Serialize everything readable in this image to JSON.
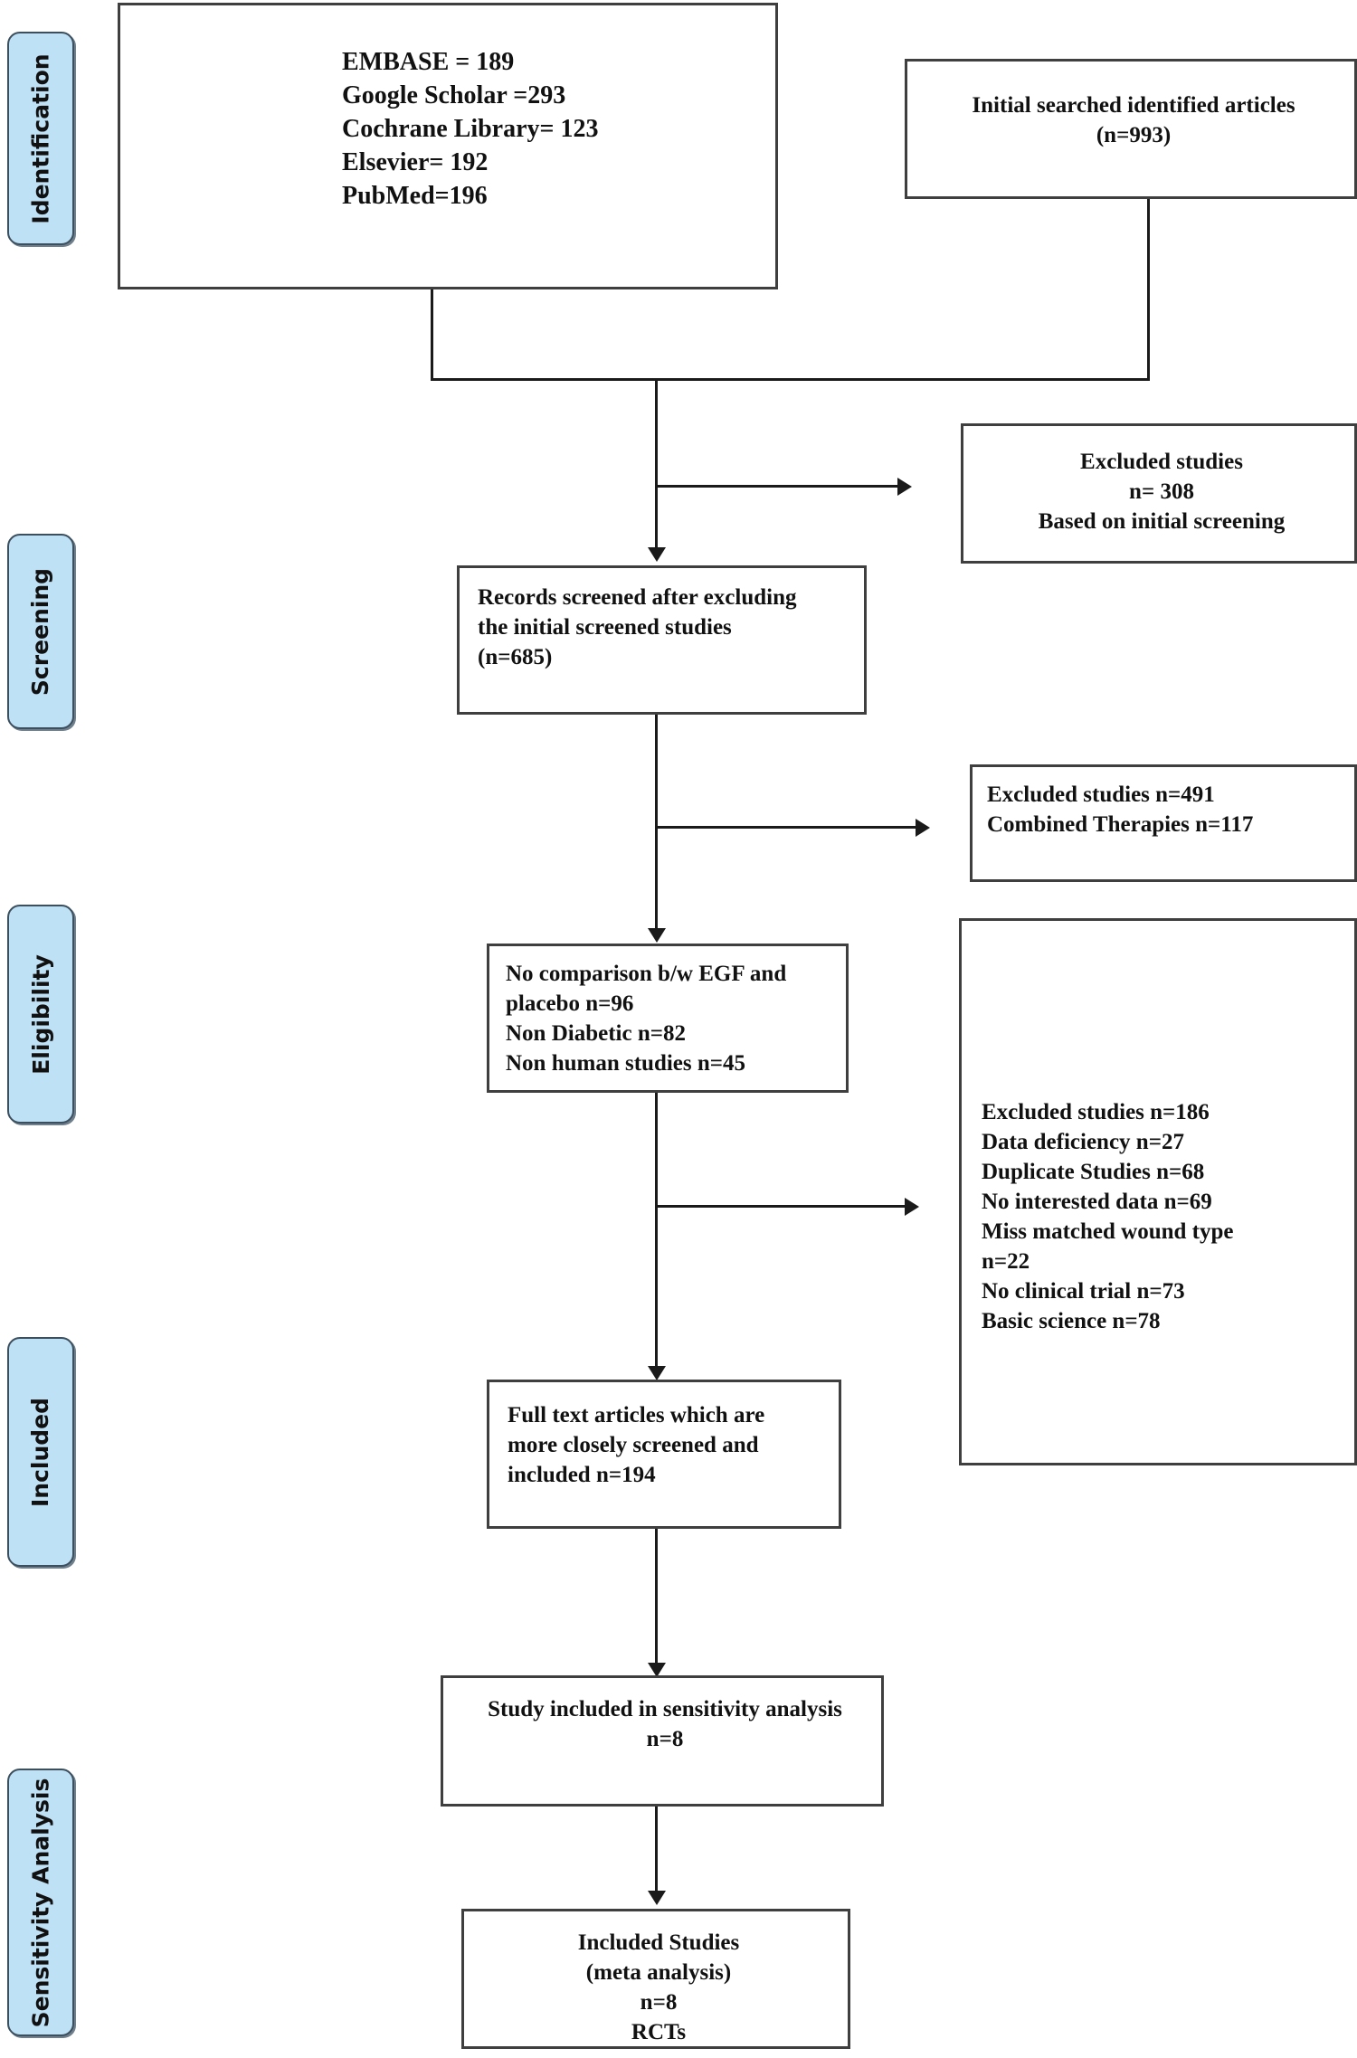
{
  "diagram": {
    "title": "PRISMA study selection flow diagram",
    "accent_color": "#bfe1f6",
    "box_border_color": "#3f3f3f",
    "connector_color": "#1a1a1a"
  },
  "stages": [
    {
      "id": "identification",
      "label": "Identification"
    },
    {
      "id": "screening",
      "label": "Screening"
    },
    {
      "id": "eligibility",
      "label": "Eligibility"
    },
    {
      "id": "included",
      "label": "Included"
    },
    {
      "id": "sensitivity-analysis",
      "label": "Sensitivity Analysis"
    }
  ],
  "boxes": {
    "databases": {
      "name": "database-sources-box",
      "text": "EMBASE = 189\nGoogle Scholar =293\nCochrane Library= 123\nElsevier= 192\nPubMed=196",
      "lines": [
        "EMBASE = 189",
        "Google Scholar =293",
        "Cochrane Library= 123",
        "Elsevier= 192",
        "PubMed=196"
      ]
    },
    "initial_search": {
      "name": "initial-search-box",
      "text": "Initial searched identified articles\n(n=993)",
      "lines": [
        "Initial searched identified articles",
        "(n=993)"
      ],
      "count": 993
    },
    "excluded_initial": {
      "name": "excluded-initial-screening-box",
      "text": "Excluded studies\nn= 308\nBased on initial screening",
      "lines": [
        "Excluded studies",
        "n= 308",
        "Based on initial screening"
      ],
      "count": 308
    },
    "records_screened": {
      "name": "records-screened-box",
      "text": "Records screened after excluding\nthe initial screened studies\n(n=685)",
      "lines": [
        "Records screened after excluding",
        "the initial screened studies",
        "(n=685)"
      ],
      "count": 685
    },
    "excluded_combined": {
      "name": "excluded-combined-therapies-box",
      "text": "Excluded studies n=491\nCombined Therapies n=117",
      "lines": [
        "Excluded studies n=491",
        "Combined Therapies n=117"
      ],
      "counts": {
        "excluded": 491,
        "combined_therapies": 117
      }
    },
    "eligibility_exclusions": {
      "name": "eligibility-exclusions-box",
      "text": "No comparison b/w EGF and\nplacebo n=96\nNon Diabetic n=82\nNon human studies n=45",
      "lines": [
        "No comparison b/w EGF and",
        "placebo n=96",
        "Non Diabetic n=82",
        "Non human studies n=45"
      ],
      "counts": {
        "no_comparison": 96,
        "non_diabetic": 82,
        "non_human": 45
      }
    },
    "excluded_detailed": {
      "name": "excluded-detailed-reasons-box",
      "text": "Excluded studies n=186\nData deficiency n=27\nDuplicate Studies n=68\nNo interested data n=69\nMiss matched wound type\n          n=22\nNo clinical trial n=73\nBasic science n=78",
      "lines": [
        "Excluded studies n=186",
        "Data deficiency n=27",
        "Duplicate Studies n=68",
        "No interested data n=69",
        "Miss matched wound type",
        "          n=22",
        "No clinical trial n=73",
        "Basic science n=78"
      ],
      "counts": {
        "excluded_studies": 186,
        "data_deficiency": 27,
        "duplicate_studies": 68,
        "no_interested_data": 69,
        "miss_matched_wound_type": 22,
        "no_clinical_trial": 73,
        "basic_science": 78
      }
    },
    "full_text": {
      "name": "full-text-articles-box",
      "text": "Full text articles which are\nmore closely screened and\nincluded n=194",
      "lines": [
        "Full text articles which are",
        "more closely screened and",
        "included n=194"
      ],
      "count": 194
    },
    "sensitivity": {
      "name": "sensitivity-analysis-box",
      "text": "Study included in sensitivity analysis\nn=8",
      "lines": [
        "Study included in sensitivity analysis",
        "n=8"
      ],
      "count": 8
    },
    "included_studies": {
      "name": "included-studies-box",
      "text": "Included Studies\n(meta analysis)\nn=8\nRCTs",
      "lines": [
        "Included Studies",
        "(meta analysis)",
        "n=8",
        "RCTs"
      ],
      "count": 8
    }
  }
}
